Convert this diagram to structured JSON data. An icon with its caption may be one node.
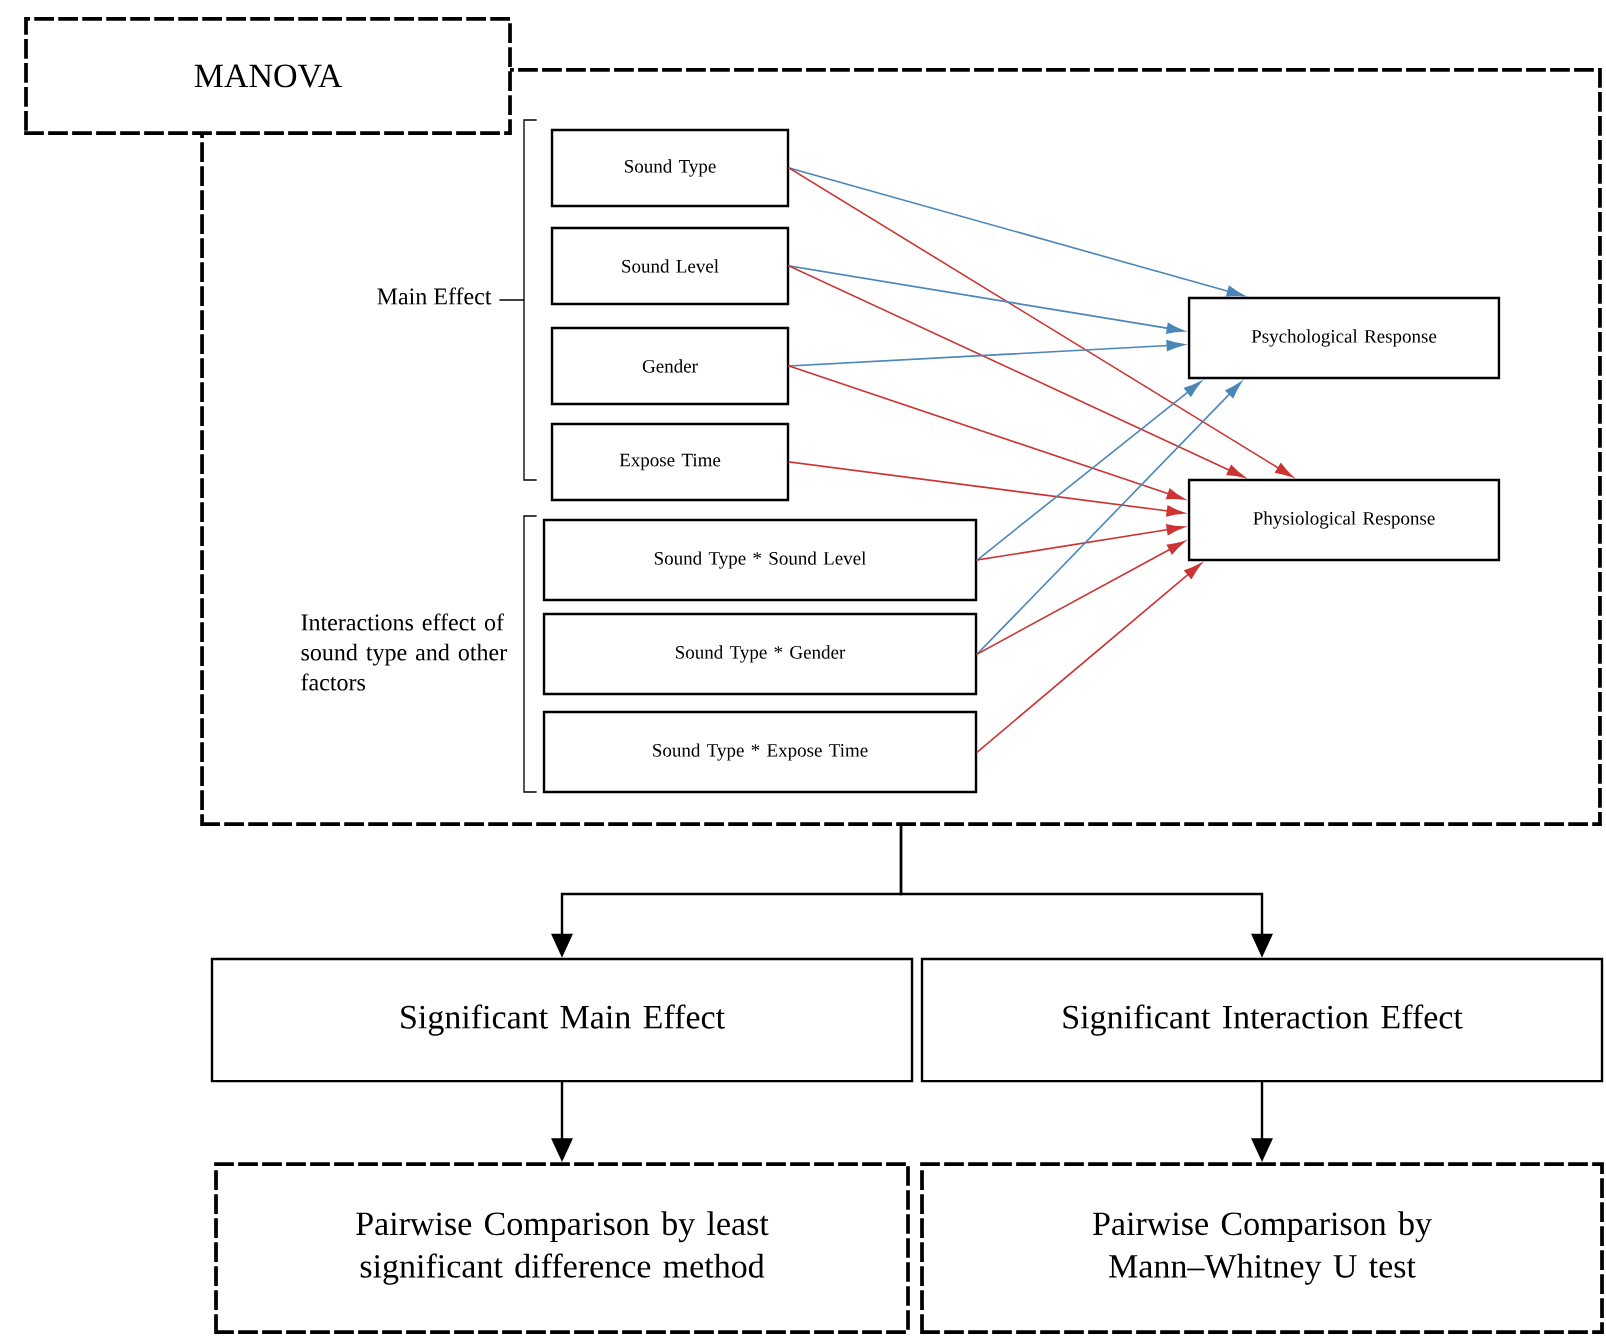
{
  "diagram": {
    "nodes": [
      {
        "text": [
          "MANOVA"
        ]
      },
      {
        "text": [
          "Sound Type"
        ],
        "in": 0
      },
      {
        "text": [
          "Sound Level"
        ],
        "in": 0
      },
      {
        "text": [
          "Gender"
        ],
        "in": 0
      },
      {
        "text": [
          "Expose Time"
        ],
        "in": 0
      },
      {
        "text": [
          "Sound Type * Sound Level"
        ],
        "in": 0
      },
      {
        "text": [
          "Sound Type * Gender"
        ],
        "in": 0
      },
      {
        "text": [
          "Sound Type * Expose Time"
        ],
        "in": 0
      },
      {
        "text": [
          "Psychological Response"
        ],
        "in": 0
      },
      {
        "text": [
          "Physiological Response"
        ],
        "in": 0
      },
      {
        "text": [
          "Significant Main Effect"
        ]
      },
      {
        "text": [
          "Significant Interaction Effect"
        ]
      },
      {
        "text": [
          "Pairwise Comparison by least significant difference method"
        ]
      },
      {
        "text": [
          "Pairwise Comparison by Mann–Whitney U test"
        ]
      }
    ],
    "edges": [
      {
        "from": 1,
        "to": 8,
        "arrow": "to",
        "color": "#4a86b8"
      },
      {
        "from": 1,
        "to": 9,
        "arrow": "to",
        "color": "#cc3333"
      },
      {
        "from": 2,
        "to": 8,
        "arrow": "to",
        "color": "#4a86b8"
      },
      {
        "from": 2,
        "to": 9,
        "arrow": "to",
        "color": "#cc3333"
      },
      {
        "from": 3,
        "to": 8,
        "arrow": "to",
        "color": "#4a86b8"
      },
      {
        "from": 3,
        "to": 9,
        "arrow": "to",
        "color": "#cc3333"
      },
      {
        "from": 4,
        "to": 9,
        "arrow": "to",
        "color": "#cc3333"
      },
      {
        "from": 5,
        "to": 8,
        "arrow": "to",
        "color": "#4a86b8"
      },
      {
        "from": 5,
        "to": 9,
        "arrow": "to",
        "color": "#cc3333"
      },
      {
        "from": 6,
        "to": 8,
        "arrow": "to",
        "color": "#4a86b8"
      },
      {
        "from": 6,
        "to": 9,
        "arrow": "to",
        "color": "#cc3333"
      },
      {
        "from": 7,
        "to": 9,
        "arrow": "to",
        "color": "#cc3333"
      },
      {
        "from": 0,
        "to": 10,
        "arrow": "to",
        "color": "#000000"
      },
      {
        "from": 0,
        "to": 11,
        "arrow": "to",
        "color": "#000000"
      },
      {
        "from": 10,
        "to": 12,
        "arrow": "to",
        "color": "#000000"
      },
      {
        "from": 11,
        "to": 13,
        "arrow": "to",
        "color": "#000000"
      }
    ],
    "labels": [
      "Main Effect",
      "Interactions effect of sound type and other factors"
    ]
  }
}
